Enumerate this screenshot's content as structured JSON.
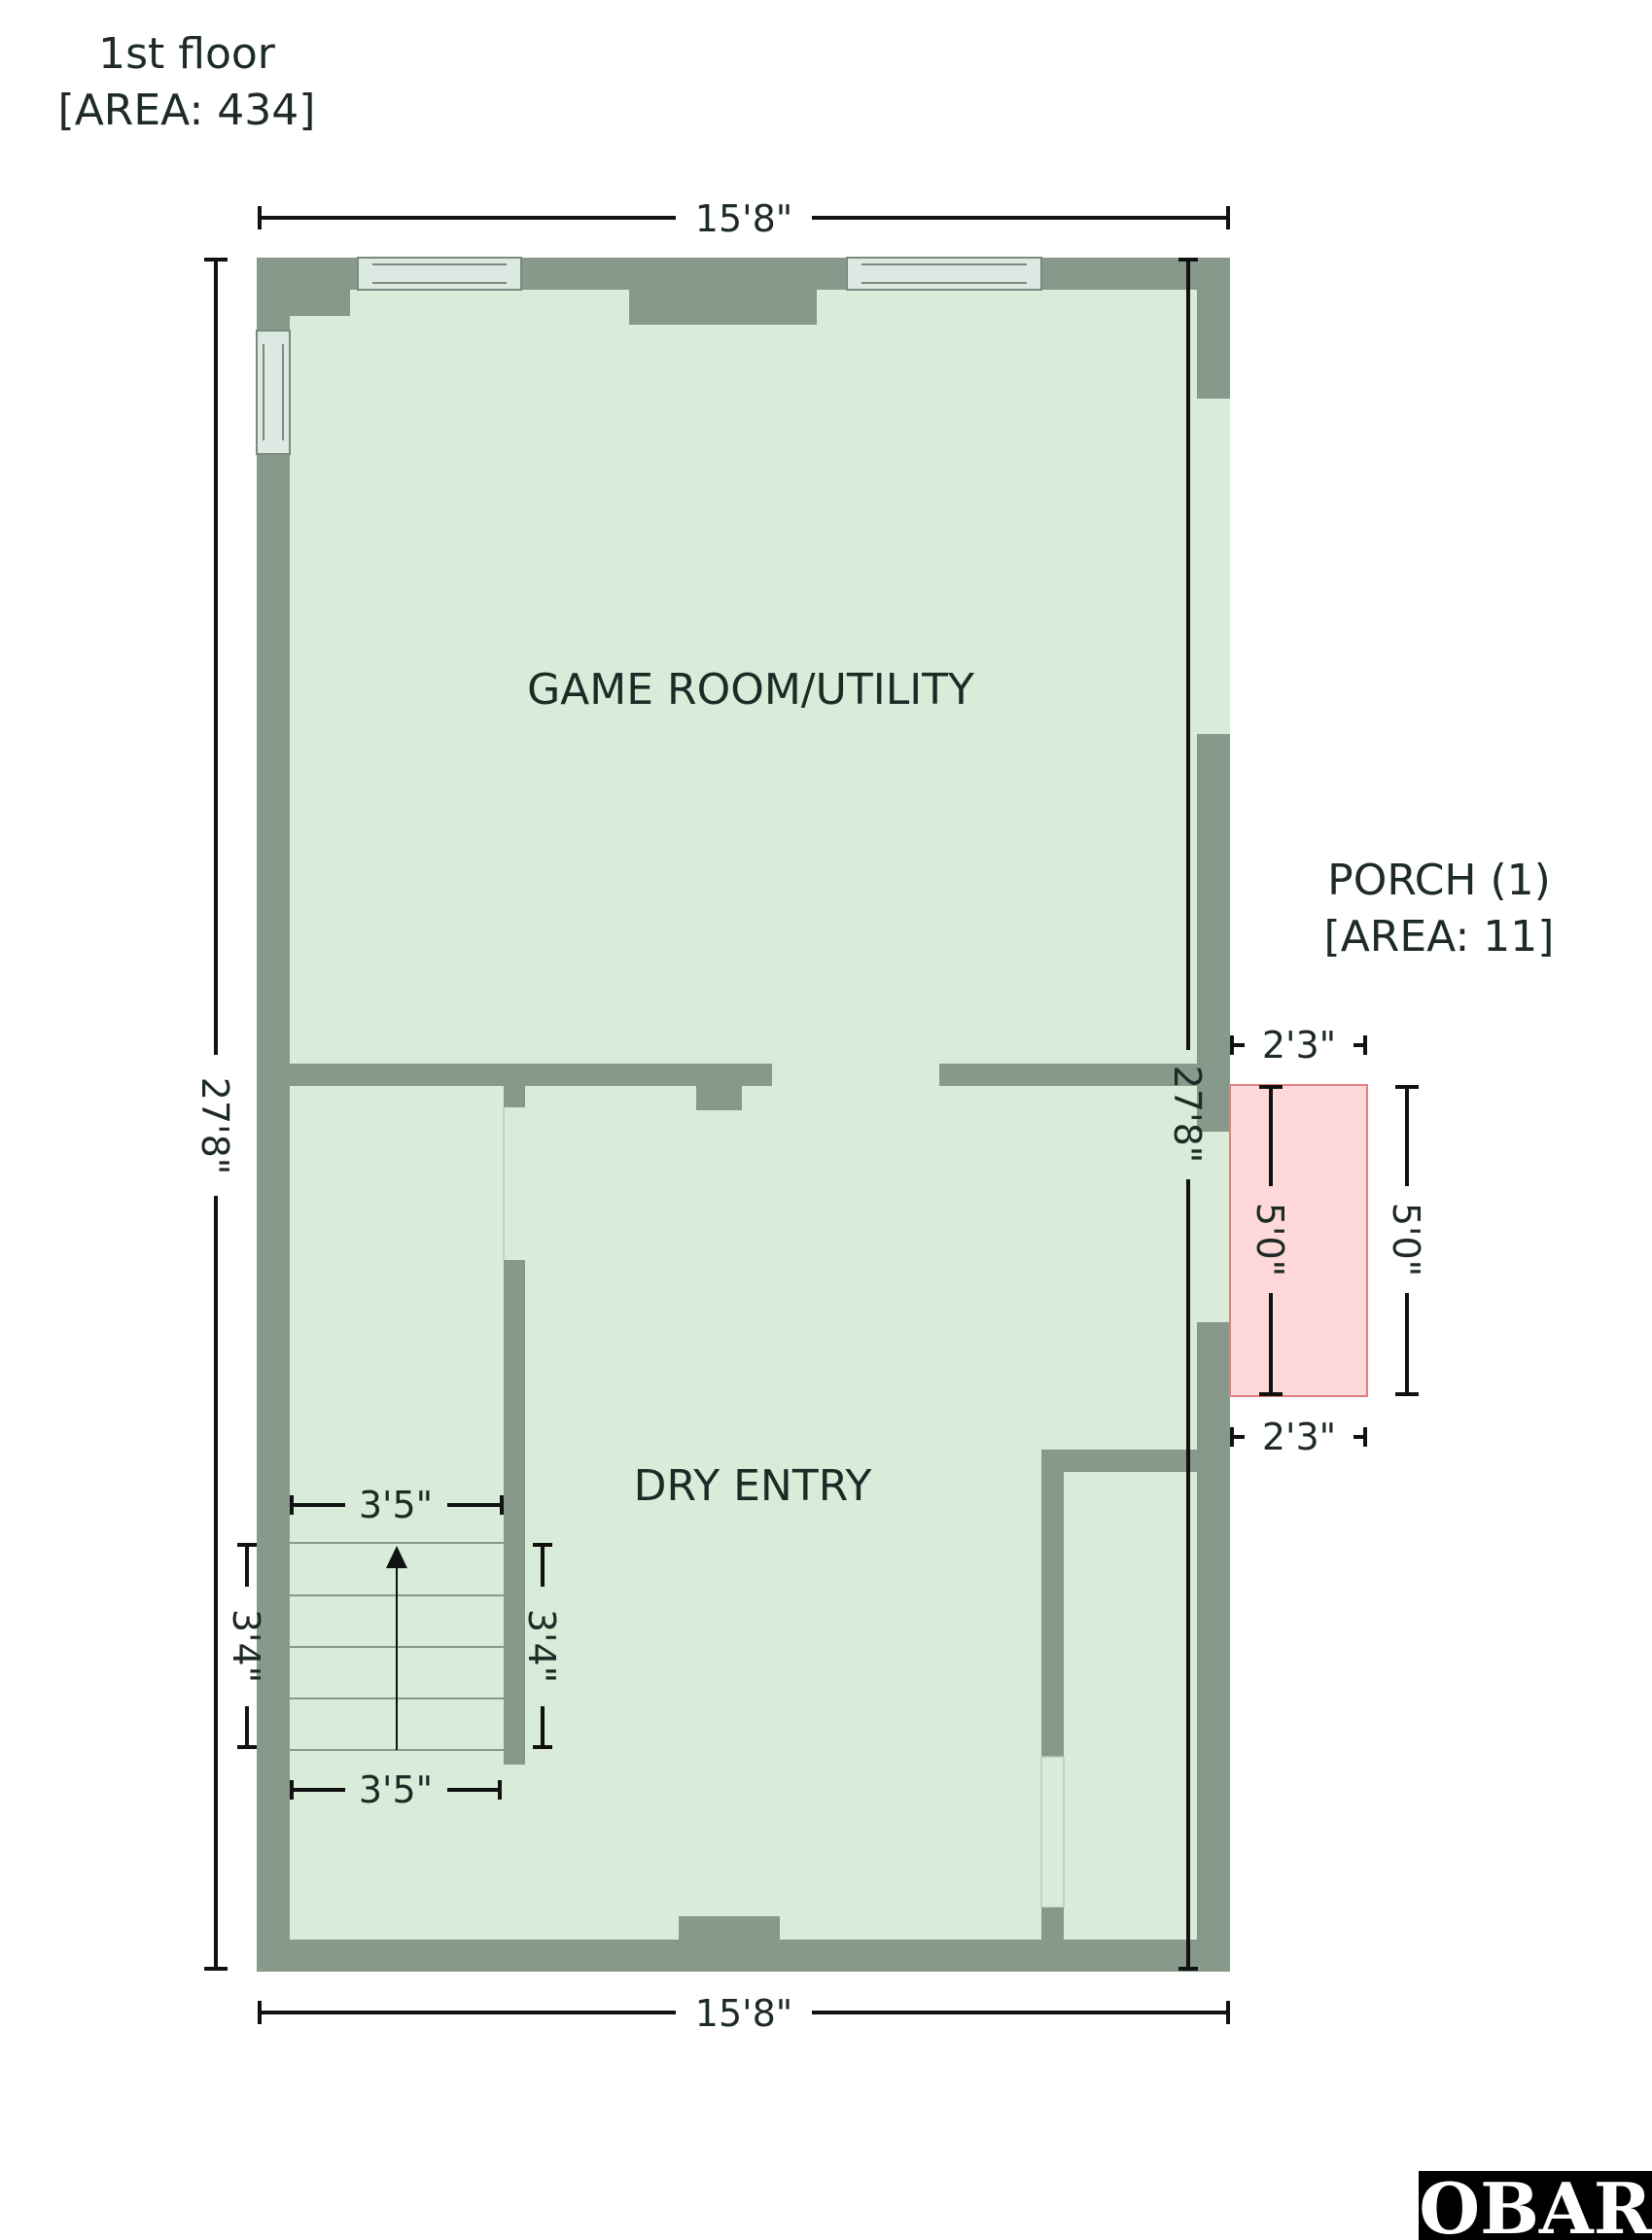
{
  "floor": {
    "name": "1st floor",
    "area": "[AREA: 434]"
  },
  "porch": {
    "name": "PORCH (1)",
    "area": "[AREA: 11]"
  },
  "rooms": {
    "game_room": "GAME ROOM/UTILITY",
    "dry_entry": "DRY ENTRY"
  },
  "dimensions": {
    "top_width": "15'8\"",
    "bottom_width": "15'8\"",
    "left_height": "27'8\"",
    "right_height": "27'8\"",
    "porch_top_width": "2'3\"",
    "porch_bottom_width": "2'3\"",
    "porch_inner_height": "5'0\"",
    "porch_outer_height": "5'0\"",
    "stair_top_width": "3'5\"",
    "stair_bottom_width": "3'5\"",
    "stair_left_height": "3'4\"",
    "stair_right_height": "3'4\""
  },
  "logo": "OBAR",
  "colors": {
    "floor_fill": "#d9ecd9",
    "wall": "#86998a",
    "porch_fill": "#ffd9da",
    "porch_stroke": "#e37f7f",
    "dimension_line": "#111111"
  }
}
